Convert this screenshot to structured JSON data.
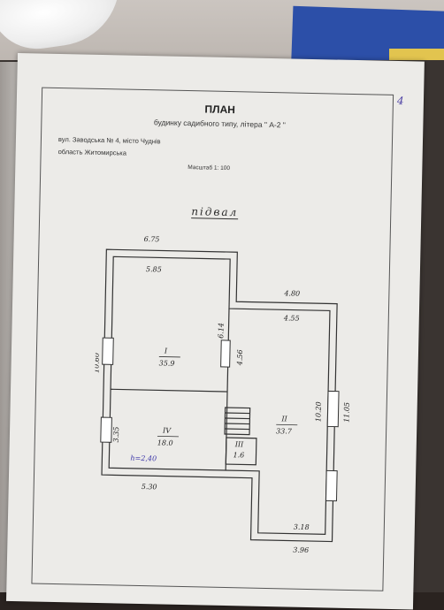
{
  "document": {
    "title": "ПЛАН",
    "subtitle": "будинку садибного типу, літера \" А-2 \"",
    "address_line": "вул. Заводська № 4,  місто Чуднів",
    "region_line": "область  Житомирська",
    "scale": "Масштаб 1: 100",
    "page_number": "4",
    "floor_label": "підвал"
  },
  "dimensions": {
    "top_width": "6.75",
    "inner_top_width": "5.85",
    "right_top_width": "4.80",
    "right_inner_width": "4.55",
    "left_height": "10.60",
    "room1_right_height": "6.14",
    "room2_left_height": "4.56",
    "room2_height": "10.20",
    "right_height": "11.05",
    "room4_height": "3.35",
    "room4_bottom_width": "5.30",
    "bottom_inner_width": "3.18",
    "bottom_width": "3.96"
  },
  "rooms": [
    {
      "number": "I",
      "area": "35.9"
    },
    {
      "number": "II",
      "area": "33.7"
    },
    {
      "number": "III",
      "area": "1.6"
    },
    {
      "number": "IV",
      "area": "18.0"
    }
  ],
  "annotation": {
    "height_note": "h=2,40"
  },
  "colors": {
    "paper": "#ecebe8",
    "ink": "#222222",
    "handwriting_blue": "#3b35a8",
    "folder_blue": "#2c4fa8"
  }
}
